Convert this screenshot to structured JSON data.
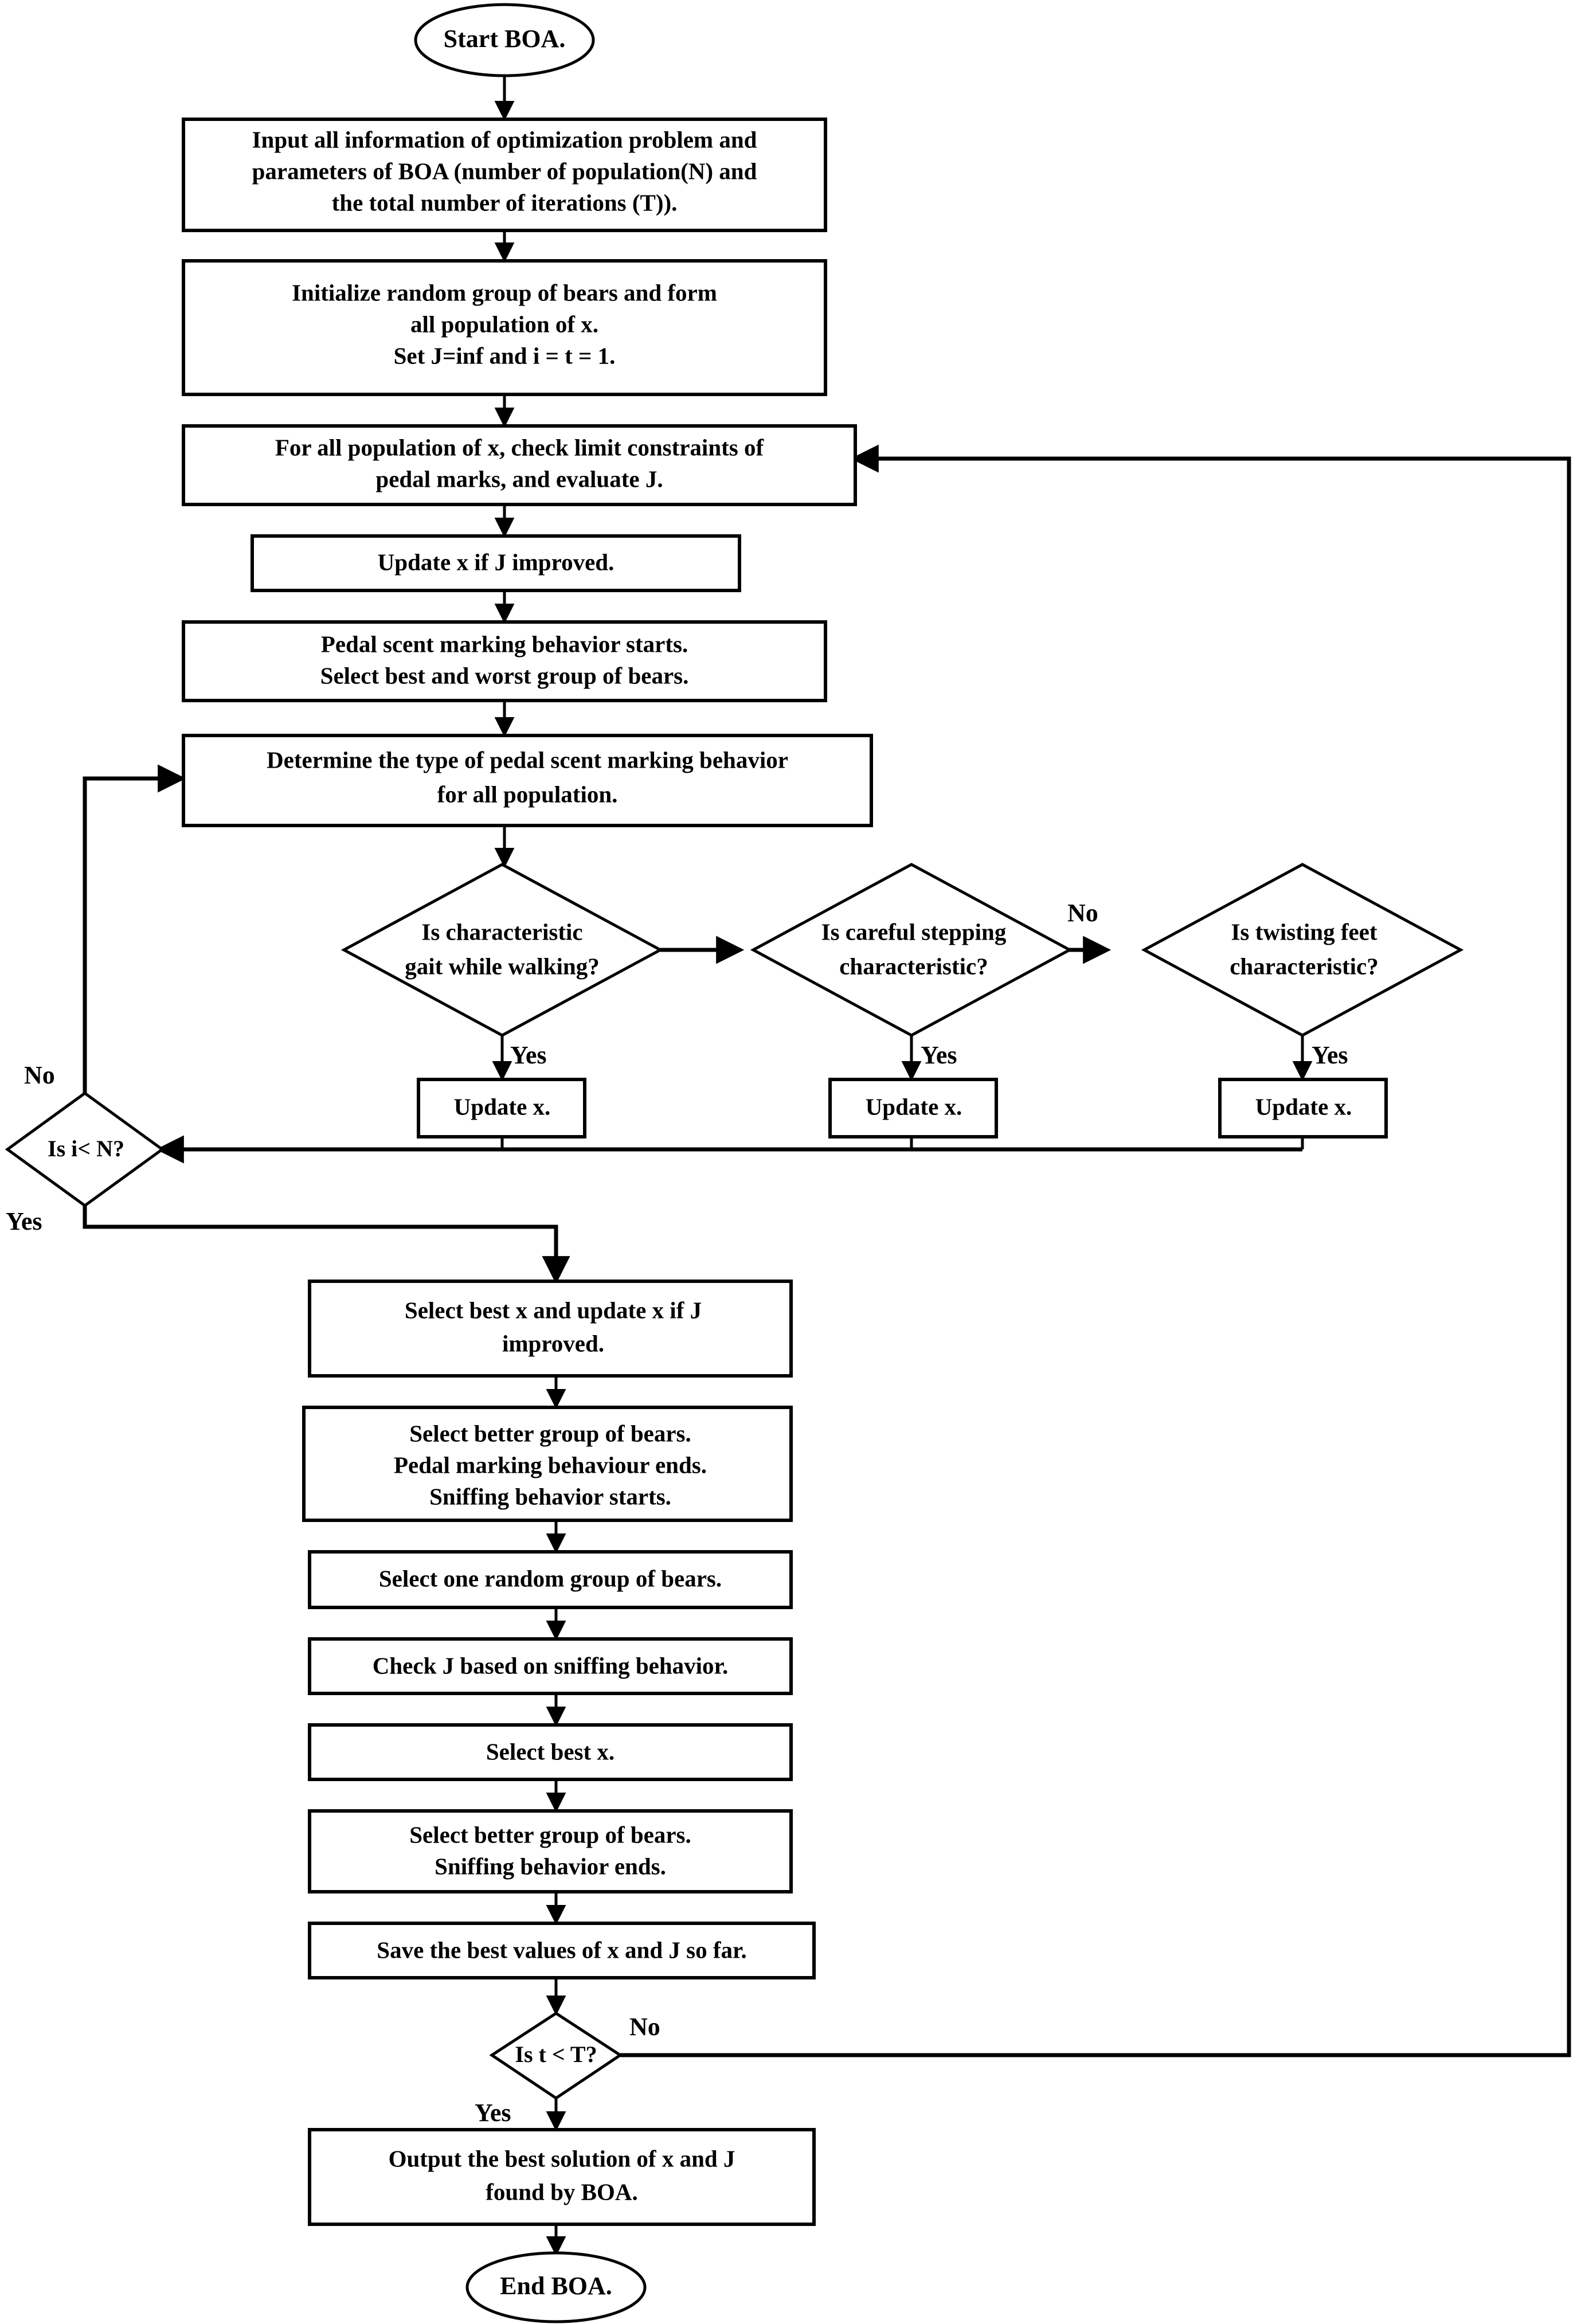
{
  "diagram": {
    "title": "Bear Optimization Algorithm (BOA) Flowchart",
    "type": "flowchart",
    "orientation": "top-to-bottom"
  },
  "nodes": {
    "start": {
      "id": "start",
      "shape": "terminator",
      "label": "Start BOA."
    },
    "input_params": {
      "id": "input_params",
      "shape": "process",
      "lines": [
        "Input all information of optimization problem and",
        "parameters of  BOA (number of population(N) and",
        "the total number of iterations (T))."
      ]
    },
    "initialize": {
      "id": "initialize",
      "shape": "process",
      "lines": [
        "Initialize random group of bears and form",
        "all population of x.",
        "Set J=inf and i = t = 1."
      ]
    },
    "check_limits": {
      "id": "check_limits",
      "shape": "process",
      "lines": [
        "For all population of x, check limit constraints of",
        "pedal marks, and evaluate J."
      ]
    },
    "update_if_improved": {
      "id": "update_if_improved",
      "shape": "process",
      "lines": [
        "Update x if J improved."
      ]
    },
    "pedal_start": {
      "id": "pedal_start",
      "shape": "process",
      "lines": [
        "Pedal scent marking behavior starts.",
        "Select best and worst group of bears."
      ]
    },
    "determine_type": {
      "id": "determine_type",
      "shape": "process",
      "lines": [
        "Determine the type of pedal scent marking behavior",
        "for all population."
      ]
    },
    "decision_gait": {
      "id": "decision_gait",
      "shape": "decision",
      "lines": [
        "Is characteristic",
        "gait while walking?"
      ]
    },
    "decision_stepping": {
      "id": "decision_stepping",
      "shape": "decision",
      "lines": [
        "Is careful stepping",
        "characteristic?"
      ]
    },
    "decision_twisting": {
      "id": "decision_twisting",
      "shape": "decision",
      "lines": [
        "Is twisting feet",
        "characteristic?"
      ]
    },
    "update_x_1": {
      "id": "update_x_1",
      "shape": "process",
      "lines": [
        "Update x."
      ]
    },
    "update_x_2": {
      "id": "update_x_2",
      "shape": "process",
      "lines": [
        "Update x."
      ]
    },
    "update_x_3": {
      "id": "update_x_3",
      "shape": "process",
      "lines": [
        "Update x."
      ]
    },
    "decision_i_lt_n": {
      "id": "decision_i_lt_n",
      "shape": "decision",
      "lines": [
        "Is i< N?"
      ]
    },
    "select_best_update": {
      "id": "select_best_update",
      "shape": "process",
      "lines": [
        "Select best x and update x if J",
        "improved."
      ]
    },
    "select_better_sniff_start": {
      "id": "select_better_sniff_start",
      "shape": "process",
      "lines": [
        "Select better group of bears.",
        "Pedal marking behaviour ends.",
        "Sniffing behavior starts."
      ]
    },
    "select_random_group": {
      "id": "select_random_group",
      "shape": "process",
      "lines": [
        "Select one random group of bears."
      ]
    },
    "check_j_sniffing": {
      "id": "check_j_sniffing",
      "shape": "process",
      "lines": [
        "Check J based on sniffing behavior."
      ]
    },
    "select_best_x": {
      "id": "select_best_x",
      "shape": "process",
      "lines": [
        "Select best x."
      ]
    },
    "select_better_sniff_end": {
      "id": "select_better_sniff_end",
      "shape": "process",
      "lines": [
        "Select better group of bears.",
        "Sniffing behavior ends."
      ]
    },
    "save_best": {
      "id": "save_best",
      "shape": "process",
      "lines": [
        "Save the best values of  x and J so far."
      ]
    },
    "decision_t_lt_T": {
      "id": "decision_t_lt_T",
      "shape": "decision",
      "lines": [
        "Is t < T?"
      ]
    },
    "output_best": {
      "id": "output_best",
      "shape": "process",
      "lines": [
        "Output the best  solution of x and J",
        "found by BOA."
      ]
    },
    "end": {
      "id": "end",
      "shape": "terminator",
      "label": "End BOA."
    }
  },
  "edge_labels": {
    "yes_1": "Yes",
    "yes_2": "Yes",
    "yes_3": "Yes",
    "no_stepping_to_twisting": "No",
    "no_i_lt_n": "No",
    "yes_i_lt_n": "Yes",
    "no_t_lt_T": "No",
    "yes_t_lt_T": "Yes"
  },
  "colors": {
    "stroke": "#000000",
    "fill": "#ffffff",
    "text": "#000000",
    "background": "#ffffff"
  }
}
